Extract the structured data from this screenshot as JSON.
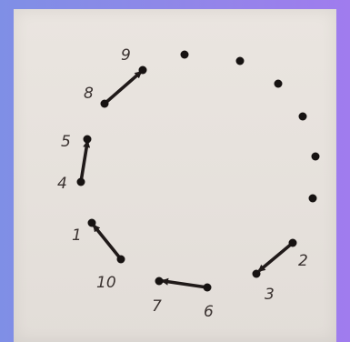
{
  "figure": {
    "dot_color": "#171312",
    "line_color": "#201a19",
    "paper_color": "#e6e1dc",
    "backdrop_color": "#8e88e8"
  },
  "labels": {
    "n1": "1",
    "n2": "2",
    "n3": "3",
    "n4": "4",
    "n5": "5",
    "n6": "6",
    "n7": "7",
    "n8": "8",
    "n9": "9",
    "n10": "10"
  }
}
